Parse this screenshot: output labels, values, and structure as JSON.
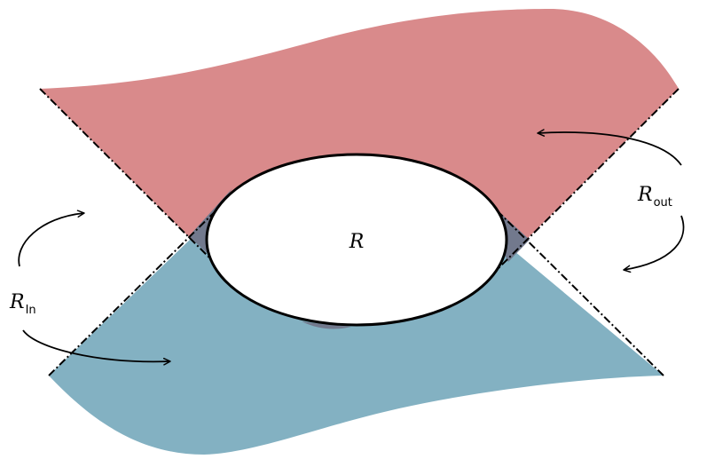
{
  "labels": {
    "region": {
      "main": "R",
      "sub": ""
    },
    "outgoing": {
      "main": "R",
      "sub": "out"
    },
    "incoming": {
      "main": "R",
      "sub": "In"
    }
  },
  "colors": {
    "outgoing_region": "#d98a8b",
    "incoming_region": "#83b1c2",
    "overlap_region": "#72798d",
    "ellipse_fill": "#ffffff",
    "stroke": "#000000"
  }
}
